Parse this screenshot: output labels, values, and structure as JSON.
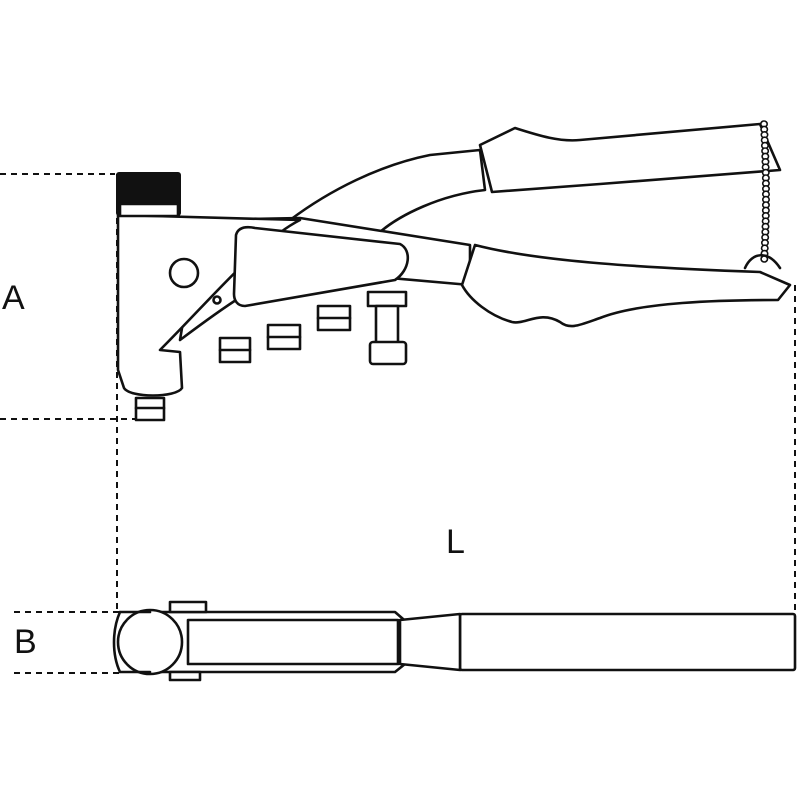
{
  "dimensions": {
    "height": "A",
    "width": "B",
    "length": "L"
  }
}
